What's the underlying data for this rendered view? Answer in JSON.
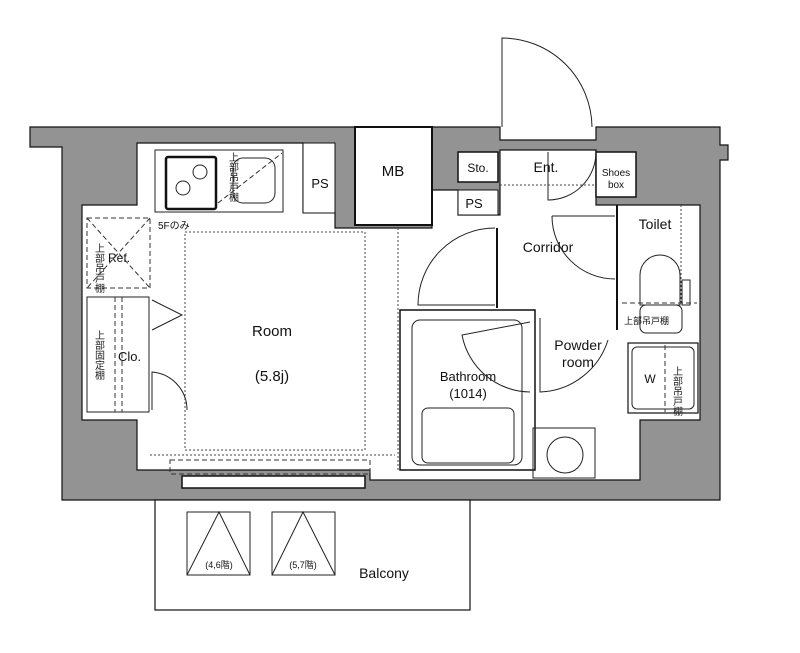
{
  "colors": {
    "wall": "#939393",
    "line": "#111111",
    "background": "#ffffff"
  },
  "rooms": {
    "room": "Room",
    "room_size": "(5.8j)",
    "mb": "MB",
    "ps_left": "PS",
    "ps_right": "PS",
    "storage": "Sto.",
    "entrance": "Ent.",
    "shoes_box_line1": "Shoes",
    "shoes_box_line2": "box",
    "toilet": "Toilet",
    "corridor": "Corridor",
    "powder_room_line1": "Powder",
    "powder_room_line2": "room",
    "bathroom": "Bathroom",
    "bathroom_size": "(1014)",
    "closet": "Clo.",
    "refrigerator": "Ref.",
    "washer": "W",
    "balcony": "Balcony"
  },
  "notes": {
    "fifth_floor_only": "5Fのみ",
    "upper_hanging_cabinet_kitchen": "上部吊戸棚",
    "upper_hanging_cabinet_ref": "上部吊戸棚",
    "upper_fixed_shelf_closet": "上部固定棚",
    "upper_hanging_cabinet_toilet": "上部吊戸棚",
    "upper_cabinet_washer": "上部吊戸棚",
    "balcony_unit_left": "(4,6階)",
    "balcony_unit_right": "(5,7階)"
  }
}
